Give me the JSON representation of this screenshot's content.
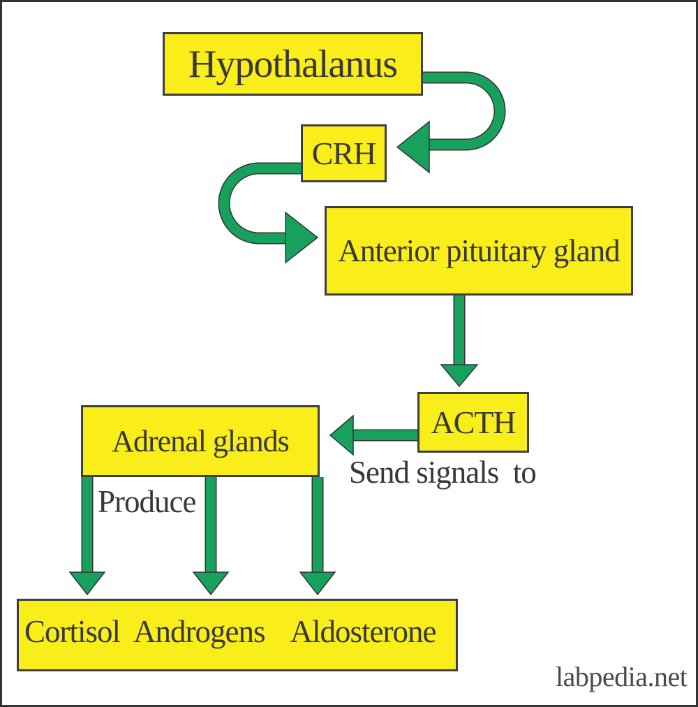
{
  "nodes": {
    "hypothalamus": {
      "label": "Hypothalanus"
    },
    "crh": {
      "label": "CRH"
    },
    "anterior_pituitary": {
      "label": "Anterior pituitary gland"
    },
    "acth": {
      "label": "ACTH"
    },
    "adrenal_glands": {
      "label": "Adrenal glands"
    }
  },
  "hormones": [
    "Cortisol",
    "Androgens",
    "Aldosterone"
  ],
  "annotations": {
    "send_signals": "Send signals  to",
    "produce": "Produce"
  },
  "connections": [
    {
      "from": "Hypothalanus",
      "to": "CRH",
      "style": "u-turn-right"
    },
    {
      "from": "CRH",
      "to": "Anterior pituitary gland",
      "style": "u-turn-left"
    },
    {
      "from": "Anterior pituitary gland",
      "to": "ACTH",
      "style": "straight-down"
    },
    {
      "from": "ACTH",
      "to": "Adrenal glands",
      "style": "straight-left"
    },
    {
      "from": "Adrenal glands",
      "to": "Cortisol",
      "style": "straight-down"
    },
    {
      "from": "Adrenal glands",
      "to": "Androgens",
      "style": "straight-down"
    },
    {
      "from": "Adrenal glands",
      "to": "Aldosterone",
      "style": "straight-down"
    }
  ],
  "watermark": "labpedia.net",
  "colors": {
    "box_fill": "#f9ed1a",
    "box_border": "#3f3f3f",
    "arrow_green": "#18a15c",
    "text": "#383838",
    "watermark_text": "#4a4a4a",
    "canvas_border": "#333333",
    "background": "#ffffff"
  }
}
